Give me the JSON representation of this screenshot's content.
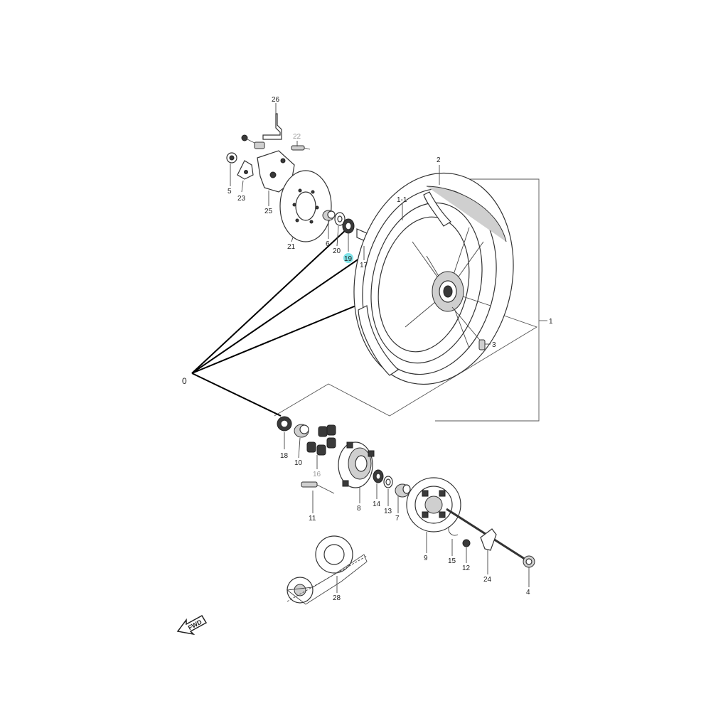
{
  "labels": {
    "l0": "0",
    "l1": "1",
    "l1_1": "1-1",
    "l2": "2",
    "l3": "3",
    "l4": "4",
    "l5": "5",
    "l6": "6",
    "l7": "7",
    "l8": "8",
    "l9": "9",
    "l10": "10",
    "l11": "11",
    "l12": "12",
    "l13": "13",
    "l14": "14",
    "l15": "15",
    "l16": "16",
    "l17": "17",
    "l18": "18",
    "l19": "19",
    "l20": "20",
    "l21": "21",
    "l22": "22",
    "l23": "23",
    "l24": "24",
    "l25": "25",
    "l26": "26",
    "l28": "28",
    "fwd": "FWD"
  },
  "highlight": {
    "part": "19",
    "color": "#7fe3e8"
  }
}
